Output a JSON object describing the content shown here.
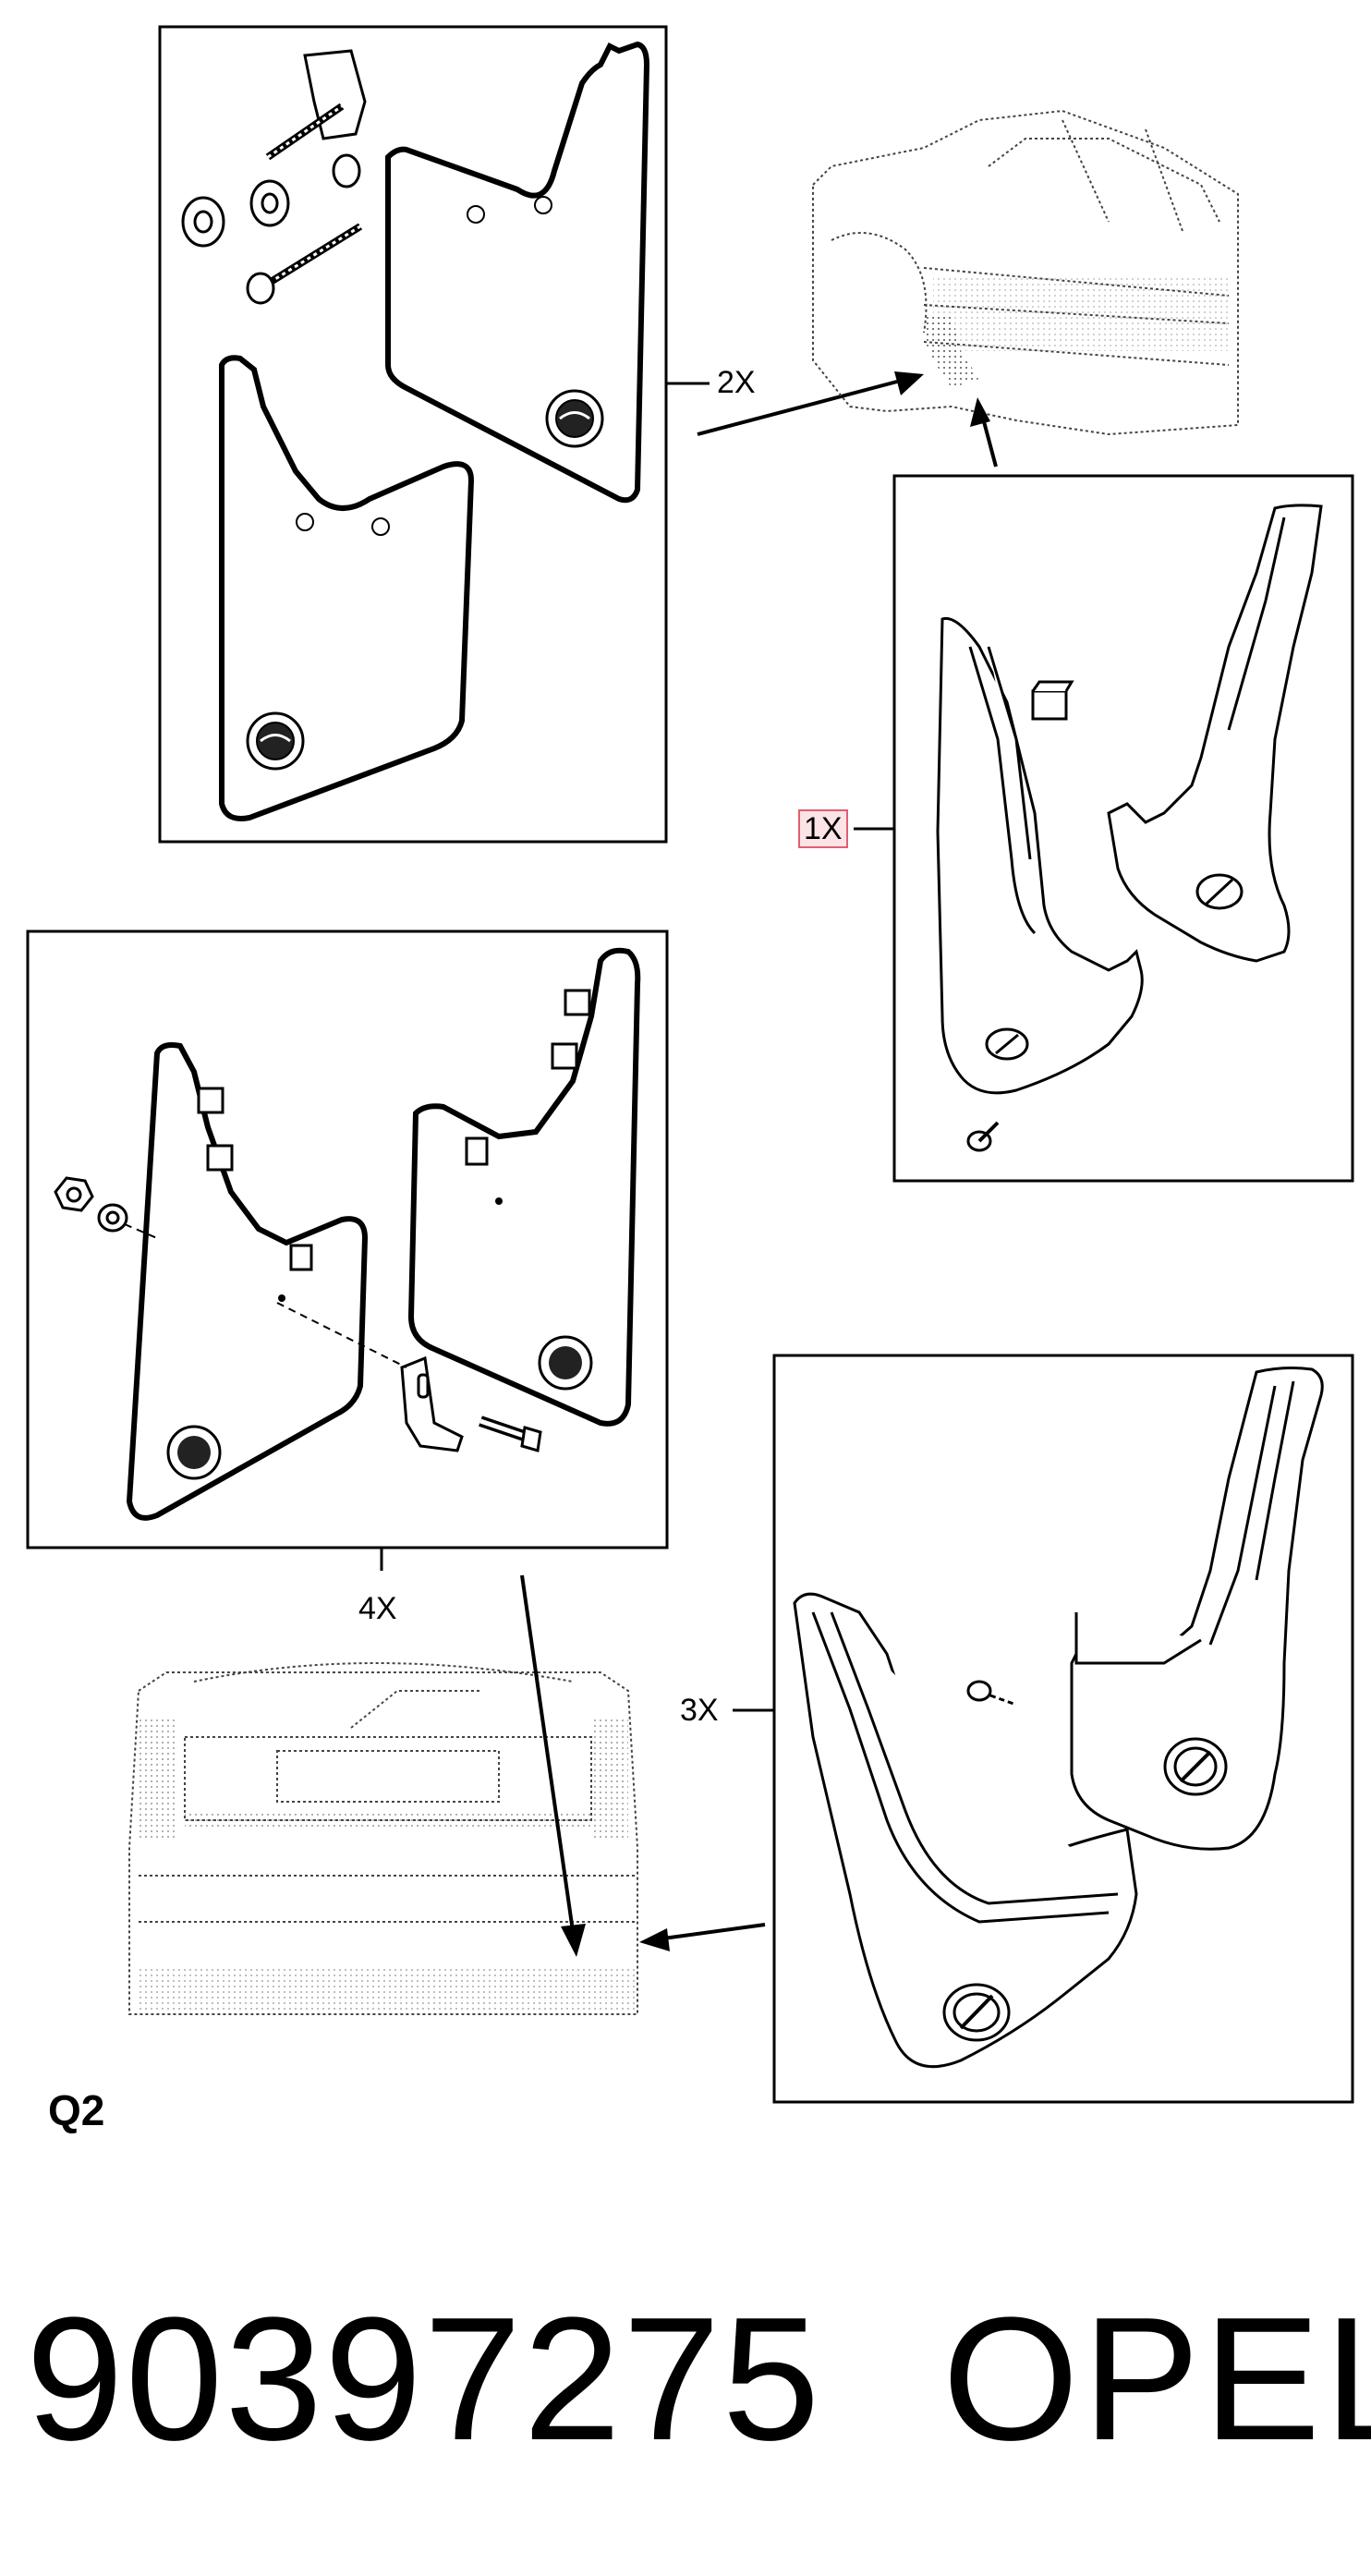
{
  "callouts": {
    "qty_2x": "2X",
    "qty_1x": "1X",
    "qty_4x": "4X",
    "qty_3x": "3X"
  },
  "diagram_code": "Q2",
  "part_number": "90397275",
  "brand": "OPEL",
  "colors": {
    "line": "#000000",
    "highlight_border": "#e06070",
    "highlight_fill": "#fbe3e6"
  }
}
